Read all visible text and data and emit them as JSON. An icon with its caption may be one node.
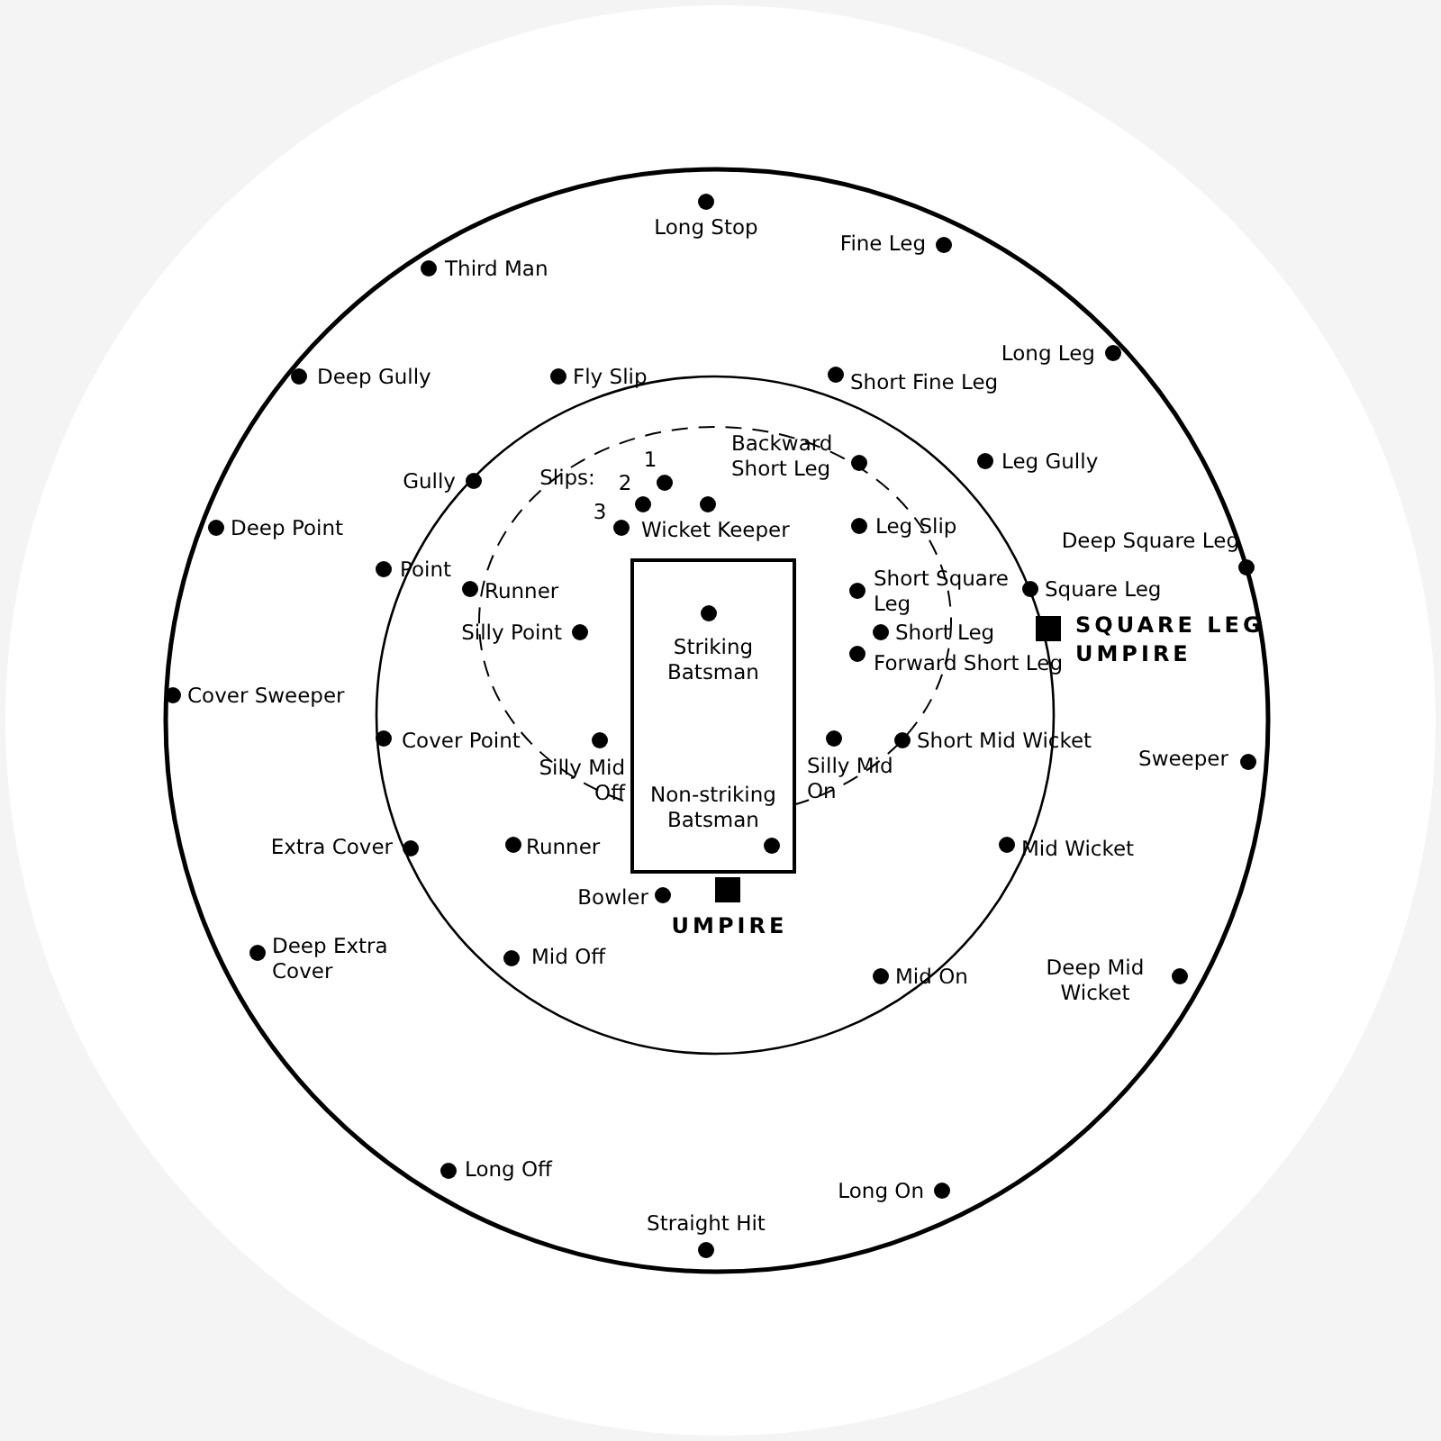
{
  "diagram": {
    "nodes": [
      {
        "text": [
          "Striking Batsman",
          "Non-striking Batsman"
        ]
      }
    ],
    "labels": [
      "Long Stop",
      "Fine Leg",
      "Third Man",
      "Deep Gully",
      "Fly Slip",
      "Short Fine Leg",
      "Long Leg",
      "Backward Short Leg",
      "Leg Gully",
      "Gully",
      "Slips:",
      "1",
      "2",
      "3",
      "Deep Point",
      "Wicket Keeper",
      "Leg Slip",
      "Point",
      "Runner",
      "Short Square Leg",
      "Square Leg",
      "Deep Square Leg",
      "Silly Point",
      "Short Leg",
      "SQUARE LEG UMPIRE",
      "Forward Short Leg",
      "Cover Sweeper",
      "Cover Point",
      "Silly Mid Off",
      "Silly Mid On",
      "Short Mid Wicket",
      "Sweeper",
      "Extra Cover",
      "Runner",
      "Mid Wicket",
      "Bowler",
      "UMPIRE",
      "Deep Extra Cover",
      "Mid Off",
      "Mid On",
      "Deep Mid Wicket",
      "Long Off",
      "Long On",
      "Straight Hit"
    ]
  }
}
